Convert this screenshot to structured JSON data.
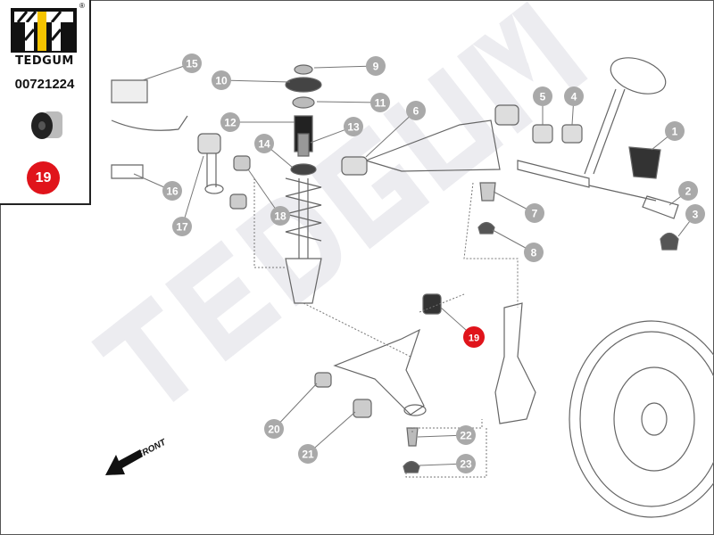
{
  "brand": {
    "name": "TEDGUM",
    "registered": "®",
    "part_number": "00721224",
    "highlight_number": "19"
  },
  "colors": {
    "callout": "#a9a9a9",
    "highlight": "#e0141b",
    "logo_yellow": "#f5c400",
    "watermark": "#ececf0"
  },
  "watermark": "TEDGUM",
  "front_label": "FRONT",
  "callouts": [
    "15",
    "10",
    "9",
    "11",
    "12",
    "13",
    "14",
    "6",
    "5",
    "4",
    "1",
    "2",
    "3",
    "16",
    "17",
    "18",
    "7",
    "8",
    "19",
    "20",
    "21",
    "22",
    "23"
  ]
}
